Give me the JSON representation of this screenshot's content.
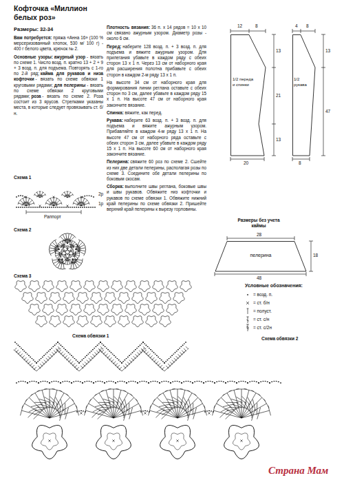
{
  "diagram": {
    "title": "Кофточка «Миллион белых роз»",
    "nodes": [
      {
        "text": [
          "1/2 переда и спинки"
        ]
      },
      {
        "text": [
          "1/2 рукава"
        ]
      },
      {
        "text": [
          "пелерина"
        ]
      }
    ],
    "labels": [
      "Размеры: 32-34",
      "Вам потребуется:",
      "пряжа «Анна 16» (100 % мерсеризованный хлопок, 530 м/ 100 г) - 400 г белого цвета, крючок № 2.",
      "Основные узоры:",
      "ажурный узор",
      "- вязать по схеме 1. Число возд. п. кратно 13 + 2 + 9 + 3 возд. п. для подъема. Повторять с 1-го по 2-й ряд;",
      "кайма для рукавов и низа кофточки",
      "- вязать по схеме обвязки 1 круговыми рядами;",
      "для пелерины",
      "- вязать по схеме обвязки 2 круговыми рядами;",
      "роза",
      "- вязать по схеме 2. Роза состоит из 3 ярусов. Стрелками указаны места, в которые следует провязывать ст. б/н.",
      "Плотность вязания:",
      "36 п. х 14 рядов = 10 х 10 см связано ажурным узором. Диаметр розы - около 6 см.",
      "Перед:",
      "наберите 128 возд. п. + 3 возд. п. для подъема и вяжите ажурным узором. Для прилегания убавьте в каждом ряду с обеих сторон 13 х 1 п. Через 13 см от наборного края для расширения полотна прибавьте с обеих сторон в каждом 2-м ряду 13 х 1 п.",
      "На высоте 34 см от наборного края для формирования линии реглана оставьте с обеих сторон по 3 см, далее убавьте в каждом ряду 15 х 1 п. На высоте 47 см от наборного края закончите вязание.",
      "Спинка:",
      "вяжите, как перед.",
      "Рукава:",
      "наберите 63 возд. п. + 3 возд. п. для подъема и вяжите ажурным узором. Прибавляйте в каждом 4-м ряду 13 х 1 п. На высоте 47 см от наборного ряда оставьте с обеих сторон 3 см, далее убавьте в каждом ряду 15 х 1 п. На высоте 60 см от наборного края закончите вязание.",
      "Пелерина:",
      "свяжите 60 роз по схеме 2. Сшейте из них две детали пелерины, располагая розы по схеме 3. Соедините обе детали пелерины по боковым скосам.",
      "Сборка:",
      "выполните швы реглана, боковые швы и швы рукавов. Обвяжите низ кофточки и рукавов по схеме обвязки 1. Обвяжите нижний край пелерины по схеме обвязки 2. Пришейте верхний край пелерины к вырезу горловины.",
      "Схема 1",
      "2р",
      "1р",
      "Раппорт",
      "Схема 2",
      "Схема 3",
      "Схема обвязки 1",
      "12",
      "8",
      "13",
      "21",
      "13",
      "20",
      "4",
      "8",
      "13",
      "47",
      "8",
      "Размеры без учета каймы",
      "28",
      "18",
      "48",
      "Условные обозначения:",
      "Схема обвязки 2",
      "Страна Мам"
    ],
    "legend": [
      {
        "text": "= возд. п."
      },
      {
        "text": "= ст. б/н"
      },
      {
        "text": "= полуст."
      },
      {
        "text": "= ст. с/н"
      },
      {
        "text": "= ст. с/2н"
      }
    ]
  }
}
